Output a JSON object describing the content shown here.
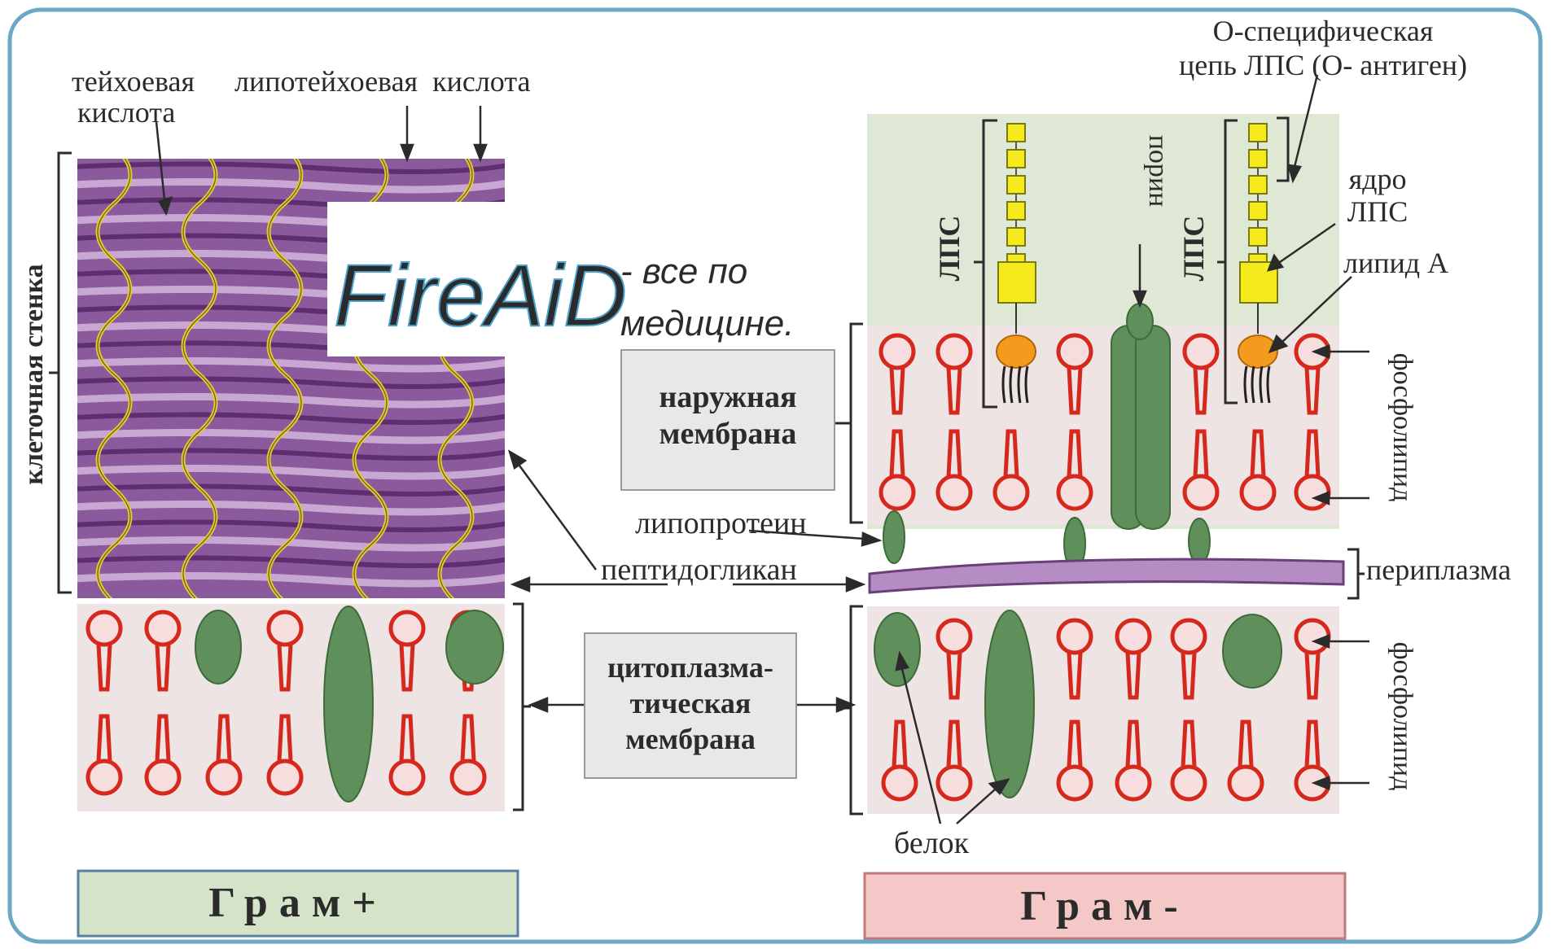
{
  "labels": {
    "teichoic_acid": [
      "тейхоевая",
      "кислота"
    ],
    "lipoteichoic_acid": "липотейхоевая  кислота",
    "cell_wall": "клеточная стенка",
    "o_specific_chain": [
      "О-специфическая",
      "цепь ЛПС (О- антиген)"
    ],
    "lps_left": "ЛПС",
    "lps_right": "ЛПС",
    "porin": "порин",
    "lps_core": [
      "ядро",
      "ЛПС"
    ],
    "lipid_a": "липид А",
    "phospholipid_upper": "фосфолипид",
    "phospholipid_lower": "фосфолипид",
    "outer_membrane": [
      "наружная",
      "мембрана"
    ],
    "lipoprotein": "липопротеин",
    "peptidoglycan": "пептидогликан",
    "periplasm": "периплазма",
    "cytoplasmic_membrane": [
      "цитоплазма-",
      "тическая",
      "мембрана"
    ],
    "protein": "белок",
    "gram_positive": "Грам+",
    "gram_negative": "Грам-"
  },
  "watermark": {
    "brand": "FireAiD",
    "tagline": [
      "- все по",
      "медицине."
    ]
  },
  "colors": {
    "frame": "#6aa8c8",
    "gram_positive_box": "#d5e3c9",
    "gram_negative_box": "#f3c8c6",
    "wall_purple": "#7b4a8c",
    "wall_light": "#c9a7d3",
    "teichoic_yellow": "#d8c02a",
    "membrane_bg": "#efe4e4",
    "lipid_red": "#d6281c",
    "protein_green": "#5f8f5a",
    "outer_bg": "#dfe8d4",
    "lps_yellow": "#f4ea1c",
    "lipid_a_orange": "#f39a1f",
    "watermark_blue": "#7ec8e8"
  }
}
